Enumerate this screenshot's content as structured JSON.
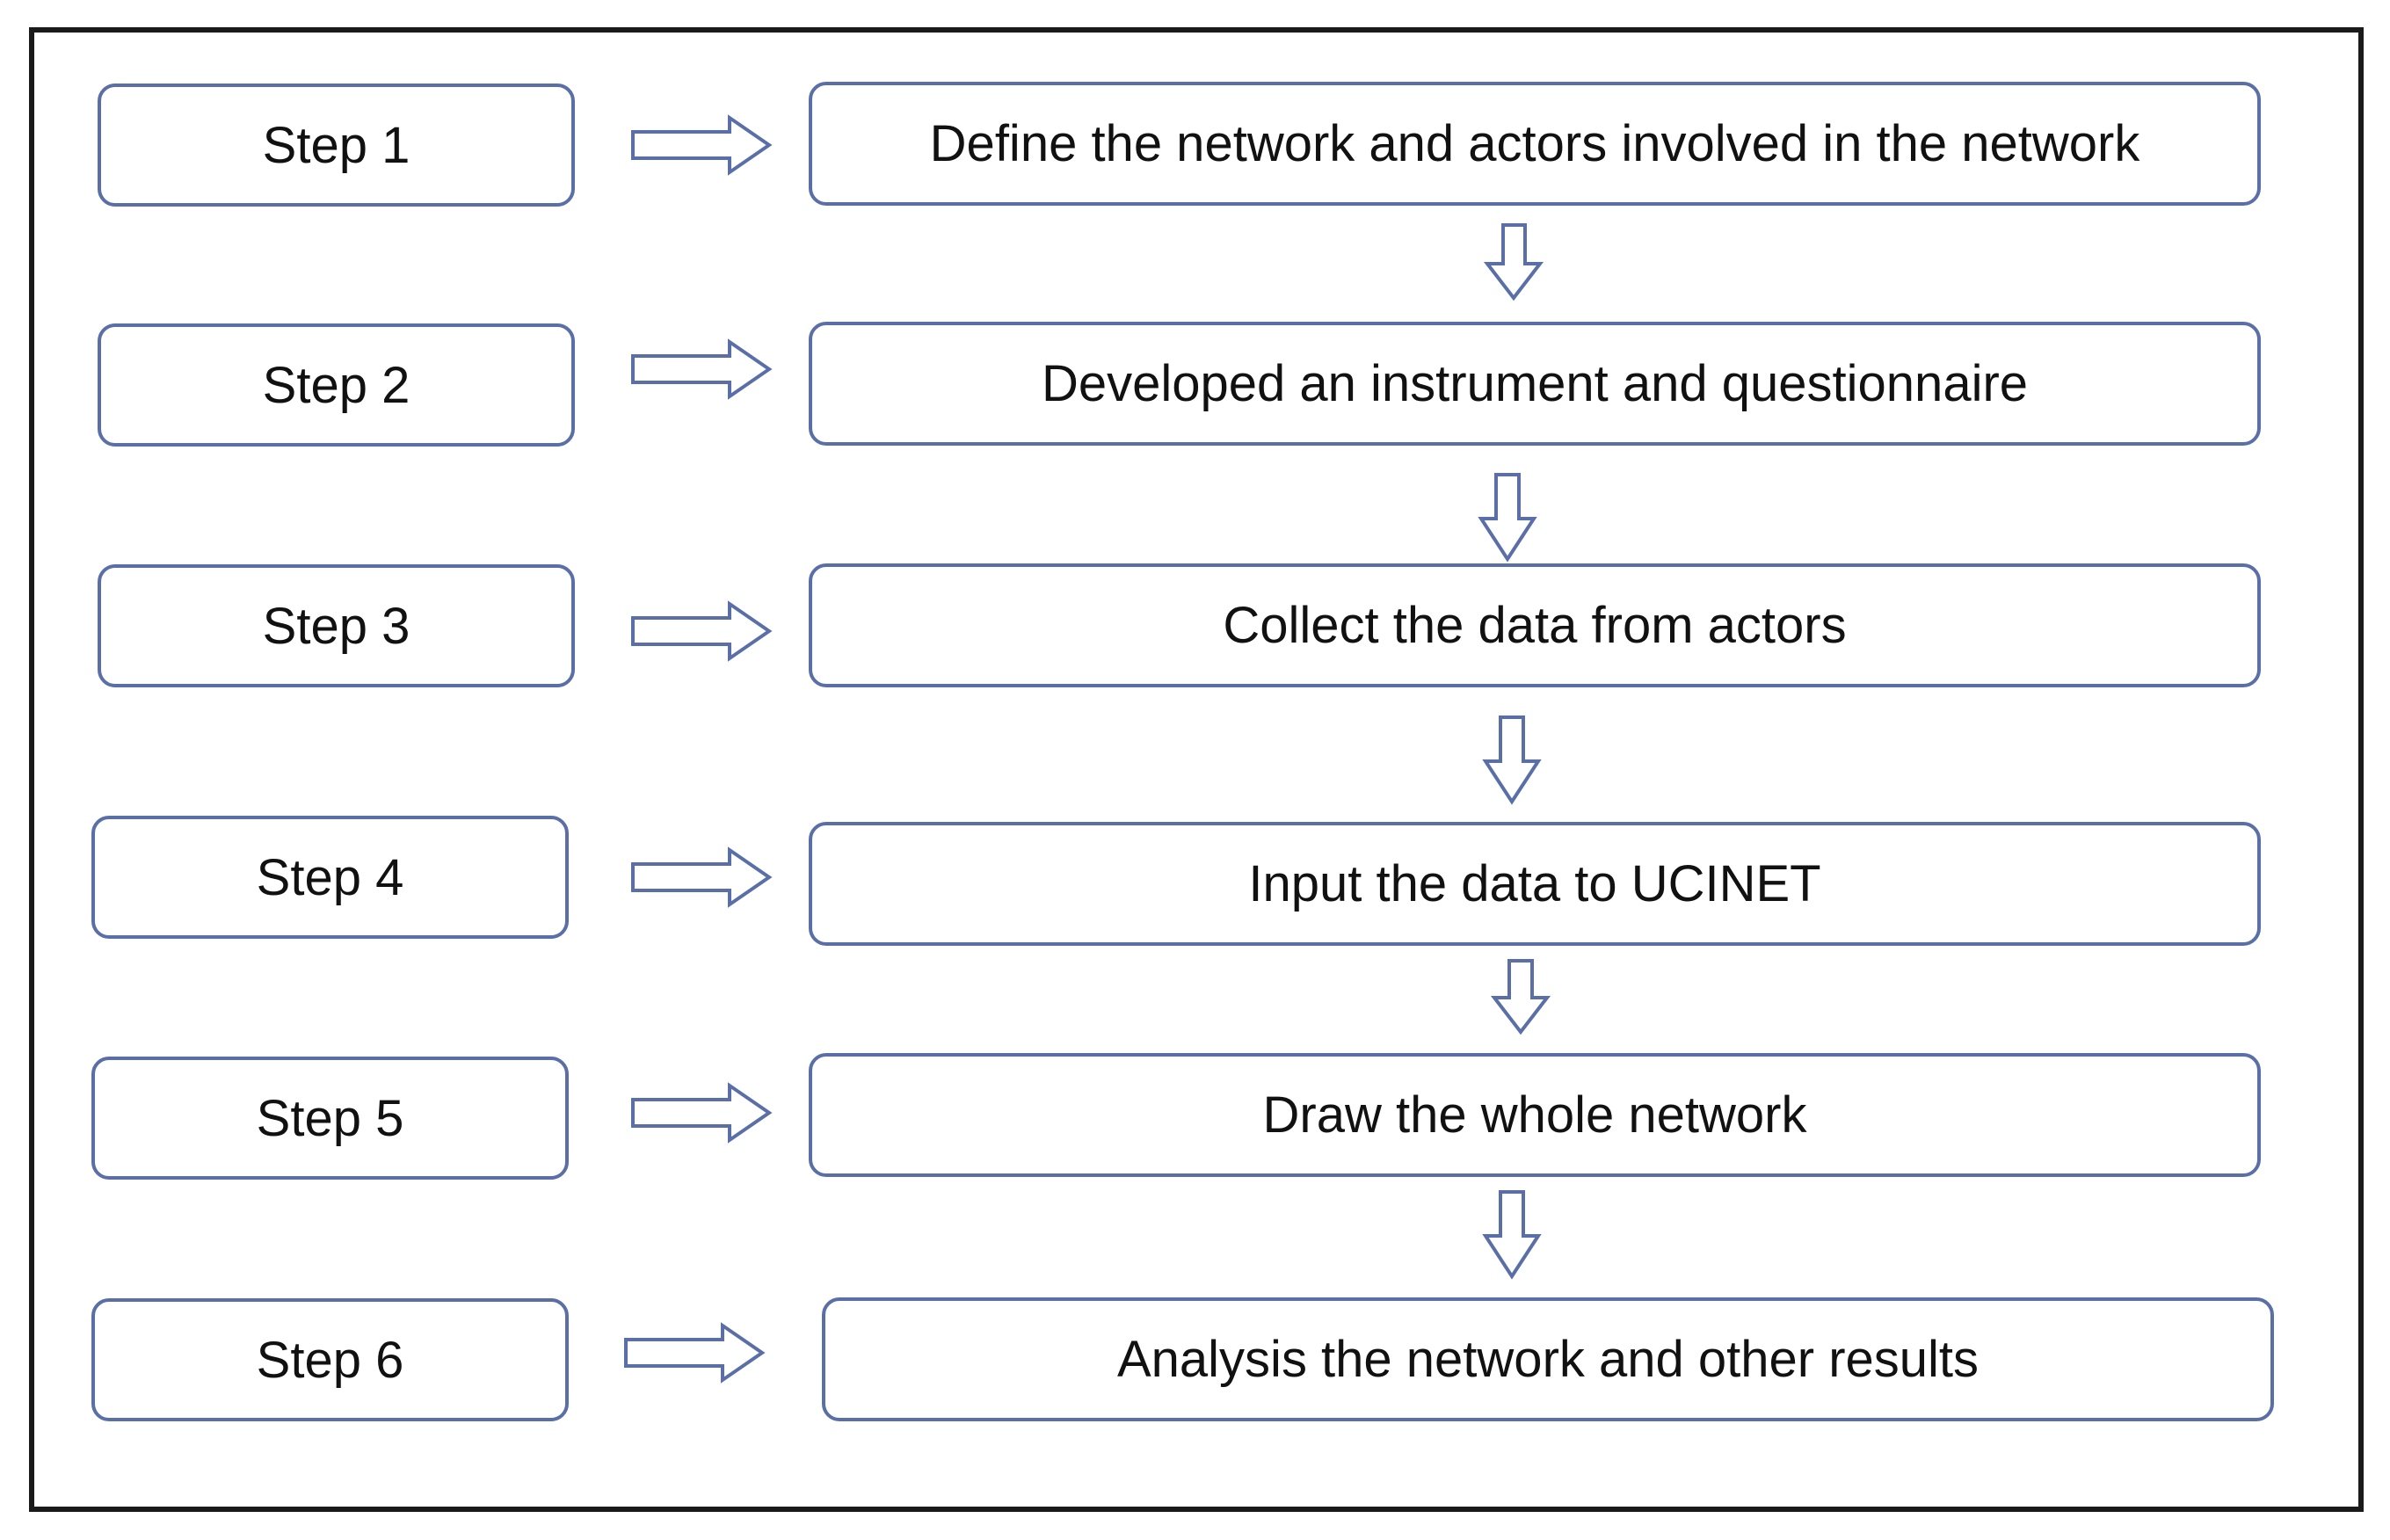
{
  "diagram": {
    "steps": [
      {
        "label": "Step 1",
        "description": "Define the network and actors involved in the network"
      },
      {
        "label": "Step 2",
        "description": "Developed an instrument and questionnaire"
      },
      {
        "label": "Step 3",
        "description": "Collect the data from actors"
      },
      {
        "label": "Step 4",
        "description": "Input the data to UCINET"
      },
      {
        "label": "Step 5",
        "description": "Draw the whole network"
      },
      {
        "label": "Step 6",
        "description": "Analysis the network and other results"
      }
    ],
    "colors": {
      "box_border": "#5a6fa8",
      "frame_border": "#1a1a1a",
      "text": "#111111"
    }
  }
}
